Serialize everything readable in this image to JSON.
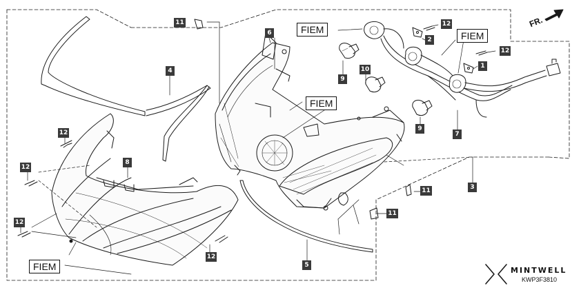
{
  "diagram": {
    "callouts": {
      "c1": "1",
      "c2": "2",
      "c3": "3",
      "c4": "4",
      "c5": "5",
      "c6": "6",
      "c7": "7",
      "c8": "8",
      "c9": "9",
      "c10": "10",
      "c11": "11",
      "c12": "12"
    },
    "fiem_label": "FIEM",
    "direction_label": "FR.",
    "brand": "MINTWELL",
    "diagram_code": "KWP3F3810"
  }
}
